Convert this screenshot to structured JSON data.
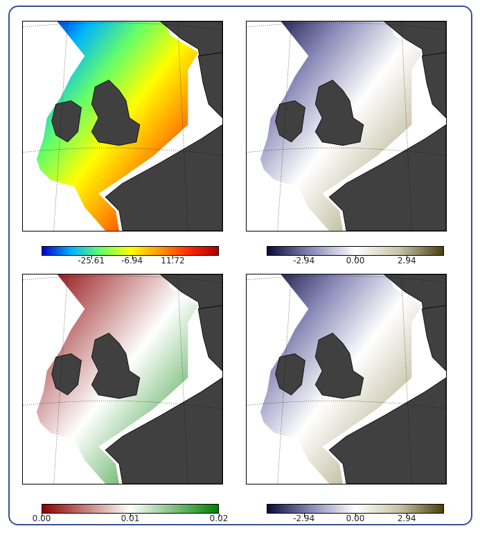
{
  "panels": [
    {
      "id": "top-left",
      "colormap": [
        "#0000c8",
        "#00b4ff",
        "#66ff66",
        "#ffff00",
        "#ff9900",
        "#ff2a00",
        "#aa0000"
      ],
      "ticks": [
        "-25.61",
        "-6.94",
        "11.72"
      ],
      "tick_pos": [
        0.28,
        0.51,
        0.74
      ]
    },
    {
      "id": "top-right",
      "colormap": [
        "#0b0b3a",
        "#8a8ab8",
        "#ffffff",
        "#c7c3a8",
        "#4a4010"
      ],
      "ticks": [
        "-2.94",
        "0.00",
        "2.94"
      ],
      "tick_pos": [
        0.21,
        0.5,
        0.79
      ]
    },
    {
      "id": "bottom-left",
      "colormap": [
        "#8b0000",
        "#ffffff",
        "#008000"
      ],
      "ticks": [
        "0.00",
        "0.01",
        "0.02"
      ],
      "tick_pos": [
        0.0,
        0.5,
        1.0
      ]
    },
    {
      "id": "bottom-right",
      "colormap": [
        "#0b0b3a",
        "#8a8ab8",
        "#ffffff",
        "#c7c3a8",
        "#4a4010"
      ],
      "ticks": [
        "-2.94",
        "0.00",
        "2.94"
      ],
      "tick_pos": [
        0.21,
        0.5,
        0.79
      ]
    }
  ],
  "colors": {
    "land": "#404040",
    "sea": "#ffffff",
    "frame": "#3a4f8f"
  }
}
